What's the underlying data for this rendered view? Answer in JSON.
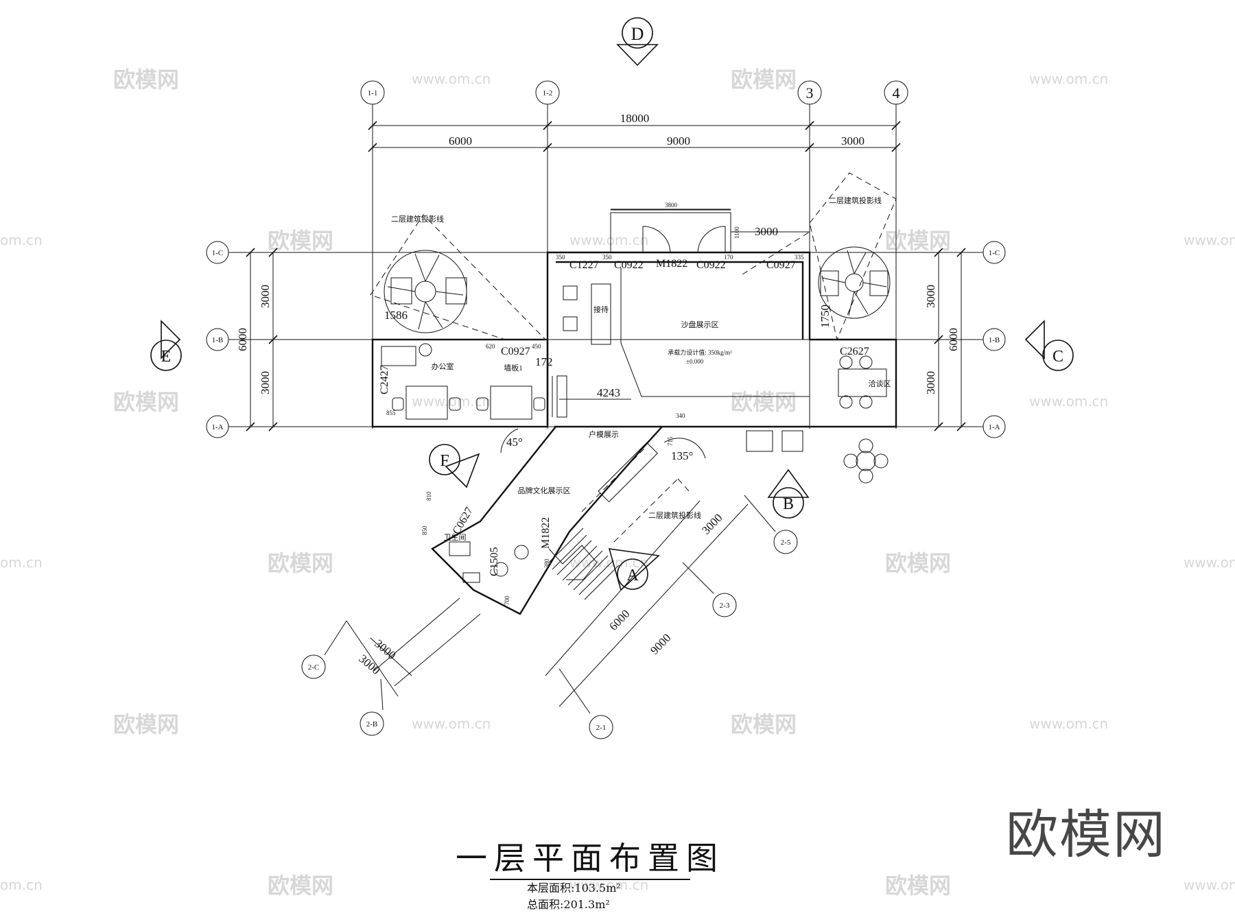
{
  "title": "一层平面布置图",
  "floor_area_label": "本层面积:103.5m²",
  "total_area_label": "总面积:201.3m²",
  "brand": "欧模网",
  "watermark": {
    "cn": "欧模网",
    "url": "www.om.cn",
    "short": "om.cn"
  },
  "axes": {
    "top": [
      "1-1",
      "1-2",
      "3",
      "4"
    ],
    "rows": [
      "1-C",
      "1-B",
      "1-A"
    ],
    "rotated": [
      "2-5",
      "2-3",
      "2-1",
      "2-C",
      "2-B"
    ]
  },
  "view_markers": [
    "D",
    "E",
    "C",
    "F",
    "B",
    "A"
  ],
  "dimensions": {
    "total": "18000",
    "spans": [
      "6000",
      "9000",
      "3000"
    ],
    "left_rows": [
      "3000",
      "3000",
      "6000"
    ],
    "right_rows": [
      "3000",
      "3000",
      "6000"
    ],
    "door_top": "3800",
    "door_side": "3000",
    "diagonal": "4243",
    "tree_left": "1586",
    "tree_right": "1750",
    "wall_172": "172",
    "rot_a": "3000",
    "rot_b": "6000",
    "rot_c": "9000",
    "rot_d": "3000",
    "rot_e": "3000",
    "small": [
      "350",
      "350",
      "170",
      "335",
      "620",
      "450",
      "810",
      "850",
      "700",
      "340",
      "715",
      "855",
      "1100",
      "380"
    ]
  },
  "openings": [
    "C1227",
    "C0922",
    "M1822",
    "C0922",
    "C0927",
    "C0927",
    "C2427",
    "C2627",
    "C0627",
    "M1822",
    "C1505"
  ],
  "angles": [
    "45°",
    "135°"
  ],
  "rooms": {
    "sand": "沙盘展示区",
    "load": "承载力设计值: 350kg/m²",
    "level": "±0.000",
    "reception": "接待",
    "office": "办公室",
    "wall_panel": "墙板1",
    "negotiation": "洽谈区",
    "house_model": "户模展示",
    "brand_culture": "品牌文化展示区",
    "toilet": "卫生间",
    "projection": "二层建筑投影线"
  }
}
